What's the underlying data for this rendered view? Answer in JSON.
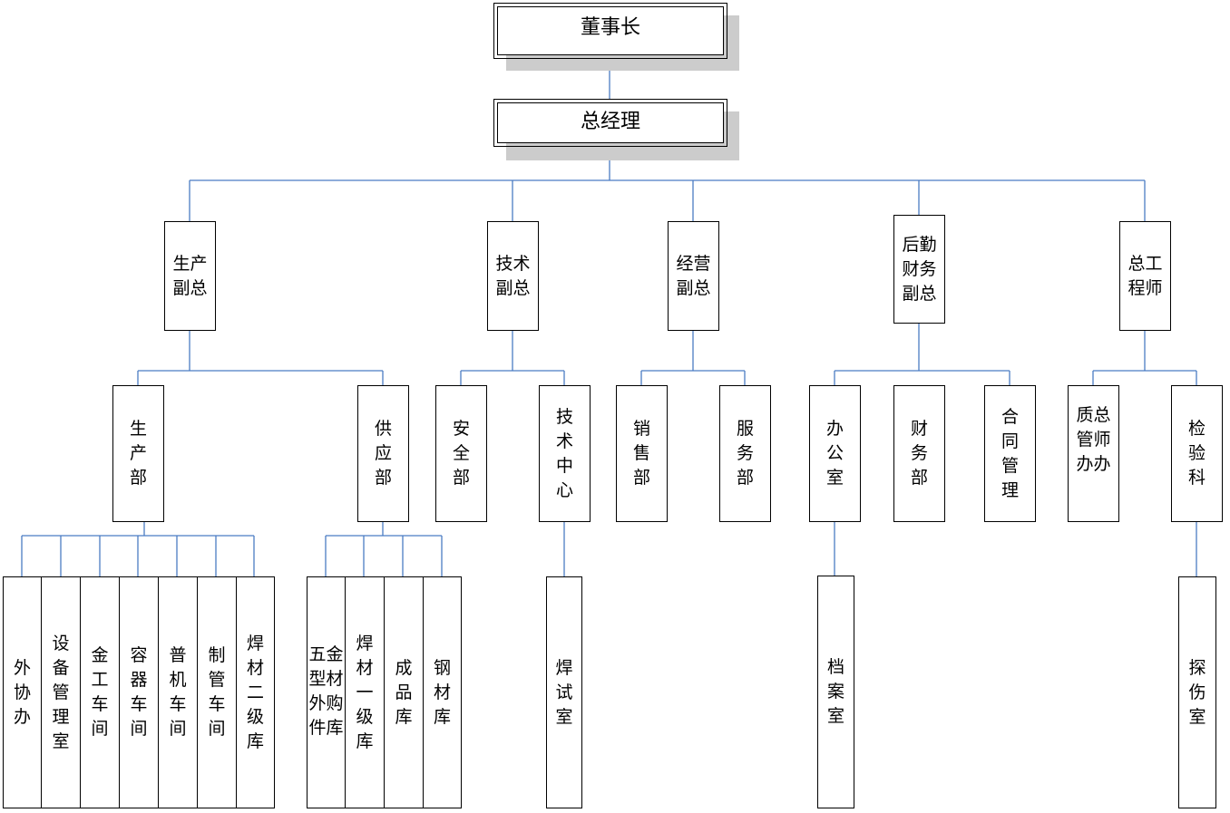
{
  "chairman": "董事长",
  "gm": "总经理",
  "vps": {
    "production": "生产副总",
    "technical": "技术副总",
    "business": "经营副总",
    "logistics": "后勤财务副总",
    "chief_engineer": "总工程师"
  },
  "depts": {
    "production": "生产部",
    "supply": "供应部",
    "safety": "安全部",
    "tech_center": "技术中心",
    "sales": "销售部",
    "service": "服务部",
    "office": "办公室",
    "finance": "财务部",
    "contract": "合同管理",
    "quality": "质总管师办办",
    "inspection": "检验科"
  },
  "units": {
    "outsourcing": "外协办",
    "equipment": "设备管理室",
    "metalwork": "金工车间",
    "vessel": "容器车间",
    "general_machine": "普机车间",
    "pipe": "制管车间",
    "welding_l2": "焊材二级库",
    "hardware": "五金型材外购件库",
    "welding_l1": "焊材一级库",
    "finished": "成品库",
    "steel": "钢材库",
    "weld_test": "焊试室",
    "archive": "档案室",
    "ndt": "探伤室"
  },
  "colors": {
    "connector": "#4a7cc4",
    "shadow": "#cccccc",
    "border": "#000000"
  }
}
